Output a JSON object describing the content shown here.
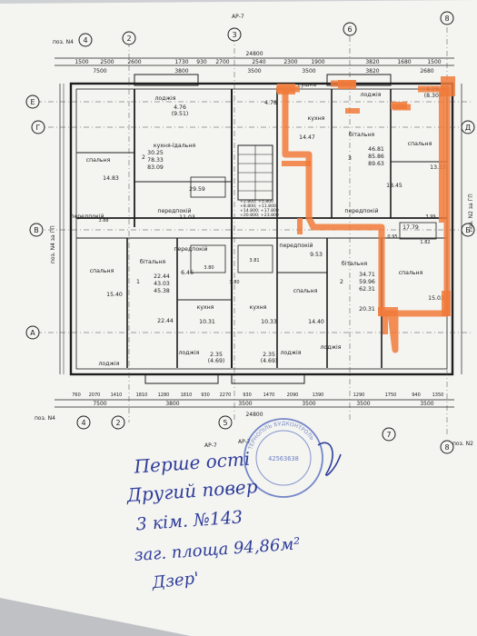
{
  "sheet": {
    "colors": {
      "paper": "#f4f4f1",
      "line": "#1e1e1e",
      "highlight": "#f07a3a",
      "handwriting": "#2f3d9a",
      "stamp": "#4a63b8"
    },
    "axis_labels": {
      "a": "А",
      "b": "Б",
      "v": "В",
      "g": "Г",
      "d": "Д",
      "ye": "Е",
      "n2": "2",
      "n3": "3",
      "n4": "4",
      "n5": "5",
      "n6": "6",
      "n7": "7",
      "n8": "8"
    },
    "section_marks": {
      "ar_top": "АР-7",
      "ar_bot_left": "АР-7",
      "ar_bot_right": "АР-7",
      "ax_n4_top": "поз. N4",
      "ax_n4_bot": "поз. N4",
      "ax_n2_bot": "поз. N2",
      "ax_n4_side": "поз. N4 за ГП",
      "ax_n2_side": "поз. N2 за ГП"
    },
    "dimensions": {
      "total_width": "24800",
      "total_width_bottom": "24800",
      "segments_top": [
        "1500",
        "2500",
        "2600",
        "1730",
        "930",
        "2700",
        "2540",
        "2300",
        "1900",
        "3820",
        "1680",
        "1500"
      ],
      "segments_mid": [
        "7500",
        "3800",
        "3500",
        "3500",
        "3820",
        "2680"
      ],
      "segments_bottom": [
        "7500",
        "3800",
        "3500",
        "3500",
        "3500",
        "3500"
      ],
      "segments_bottom_fine": [
        "760",
        "2070",
        "1410",
        "1810",
        "1280",
        "1810",
        "930",
        "2270",
        "930",
        "1470",
        "2090",
        "1390",
        "1290",
        "1750",
        "940",
        "1350"
      ]
    },
    "rooms": {
      "balcony1": "лоджія",
      "balcony1_area": "4.76\n(9.51)",
      "balcony2": "сушка",
      "balcony2_area": "4.78",
      "balcony3_area": "4.15\n(8.30)",
      "balcony4": "лоджія",
      "kitchen_living_1": "кухня-їдальня",
      "kitchen_living_1_area": "29.59",
      "bedroom_1": "спальня",
      "bedroom_1_area": "14.83",
      "flat2_label": "2",
      "flat2_living": "30.25",
      "flat2_total": "78.33",
      "flat2_total2": "83.09",
      "kitchen_2": "кухня",
      "kitchen_2_area": "14.47",
      "bedroom_2": "бітальня",
      "flat3_label": "3",
      "flat3_living": "46.81",
      "flat3_total": "85.86",
      "flat3_total2": "89.63",
      "bedroom_3": "спальня",
      "bedroom_3_area": "13.33",
      "bedroom_3b_area": "18.45",
      "corridor_1": "передпокій",
      "corridor_1_area": "11.03",
      "corridor_2": "передпокій",
      "corridor_2_area": "17.79",
      "corridor_3": "передпокій",
      "bedroom_4": "спальня",
      "bedroom_4_area": "15.40",
      "living_4": "бітальня",
      "flat1_label": "1",
      "flat1_living": "22.44",
      "flat1_total": "43.03",
      "flat1_total2": "45.38",
      "corridor_4": "передпокій",
      "corridor_4_area": "6.46",
      "kitchen_4": "кухня",
      "kitchen_4_area": "10.31",
      "kitchen_5": "кухня",
      "kitchen_5_area": "10.33",
      "corridor_5": "передпокій",
      "corridor_5_area": "9.53",
      "bedroom_5": "спальня",
      "bedroom_5_area": "14.40",
      "living_5": "бітальня",
      "flat2b_label": "2",
      "flat2b_living": "34.71",
      "flat2b_total": "59.96",
      "flat2b_total2": "62.31",
      "bedroom_6": "спальня",
      "bedroom_6_area": "15.03",
      "living_6_area": "20.31",
      "area_22": "22.44",
      "loggia_b1": "лоджія",
      "loggia_b1_area": "2.35\n(4.69)",
      "loggia_b2": "лоджія",
      "loggia_b2_area": "2.35\n(4.69)",
      "loggia_b3": "лоджія",
      "loggia_b4": "лоджія",
      "small_a": "3.88",
      "small_b": "3.99",
      "small_c": "1.82",
      "small_d": "3.80",
      "small_e": "3.81",
      "small_f": "3.80",
      "small_g": "0.95"
    },
    "stair_notes": {
      "l1": "+2.800; +5.800",
      "l2": "+8.800; +11.800",
      "l3": "+14.800; +17.800",
      "l4": "+20.800; +23.800"
    },
    "stamp": {
      "ring_text": "ТЕРНОПІЛЬ БУДКОНТРОЛЬ",
      "code": "42563638"
    },
    "handwriting": {
      "line1": "Перше ості",
      "line2": "Другий повер",
      "line3": "3 кім.  №143",
      "line4": "заг. площа 94,86м²",
      "signature": "Дзер'"
    }
  }
}
